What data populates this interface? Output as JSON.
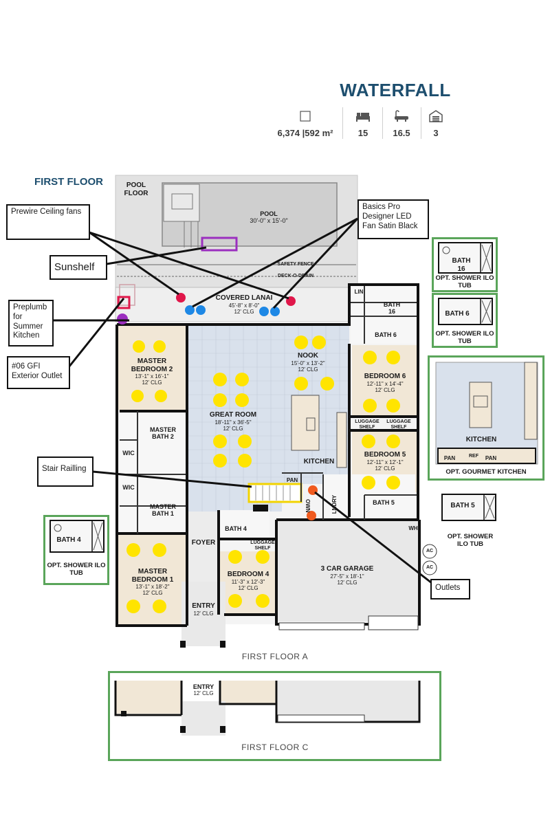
{
  "header": {
    "title": "WATERFALL",
    "stats": [
      {
        "icon": "square-footage-icon",
        "value": "6,374 |592 m²"
      },
      {
        "icon": "bed-icon",
        "value": "15"
      },
      {
        "icon": "bathtub-icon",
        "value": "16.5"
      },
      {
        "icon": "garage-icon",
        "value": "3"
      }
    ]
  },
  "floor_title": "FIRST FLOOR",
  "rooms": {
    "pool_floor": "POOL FLOOR",
    "pool": {
      "name": "POOL",
      "dim": "30'-0\" x 15'-0\""
    },
    "safety_fence": "SAFETY FENCE",
    "deck_drain": "DECK-O-DRAIN",
    "lanai": {
      "name": "COVERED LANAI",
      "dim": "45'-8\" x 8'-0\"",
      "clg": "12' CLG"
    },
    "master_bedroom_2": {
      "name": "MASTER BEDROOM 2",
      "dim": "13'-1\" x 16'-1\"",
      "clg": "12' CLG"
    },
    "great_room": {
      "name": "GREAT ROOM",
      "dim": "18'-11\" x 36'-5\"",
      "clg": "12' CLG"
    },
    "nook": {
      "name": "NOOK",
      "dim": "15'-0\" x 13'-2\"",
      "clg": "12' CLG"
    },
    "bedroom_6": {
      "name": "BEDROOM 6",
      "dim": "12'-11\" x 14'-4\"",
      "clg": "12' CLG"
    },
    "bedroom_5": {
      "name": "BEDROOM 5",
      "dim": "12'-11\" x 12'-1\"",
      "clg": "12' CLG"
    },
    "kitchen": "KITCHEN",
    "master_bath_2": "MASTER BATH 2",
    "master_bath_1": "MASTER BATH 1",
    "wic": "WIC",
    "pan": "PAN",
    "own": "OWN",
    "lndry": "LNDRY",
    "lin": "LIN",
    "bath_16": "BATH 16",
    "bath_6": "BATH 6",
    "bath_5": "BATH 5",
    "bath_4": "BATH 4",
    "luggage_shelf": "LUGGAGE SHELF",
    "foyer": "FOYER",
    "master_bedroom_1": {
      "name": "MASTER BEDROOM 1",
      "dim": "13'-1\" x 18'-2\"",
      "clg": "12' CLG"
    },
    "bedroom_4": {
      "name": "BEDROOM 4",
      "dim": "11'-3\" x 12'-3\"",
      "clg": "12' CLG"
    },
    "garage": {
      "name": "3 CAR GARAGE",
      "dim": "27'-5\" x 18'-1\"",
      "clg": "12' CLG"
    },
    "wh": "WH",
    "ac": "AC",
    "entry": {
      "name": "ENTRY",
      "clg": "12' CLG"
    }
  },
  "callouts": {
    "ceiling_fans": "Prewire Ceiling fans",
    "led_fan": "Basics Pro Designer LED Fan Satin Black",
    "sunshelf": "Sunshelf",
    "summer_kitchen": "Preplumb for Summer Kitchen",
    "gfi_outlet": "#06 GFI Exterior Outlet",
    "stair_railing": "Stair Railling",
    "outlets": "Outlets"
  },
  "options": {
    "shower_bath16": {
      "room": "BATH 16",
      "caption": "OPT. SHOWER ILO TUB"
    },
    "shower_bath6": {
      "room": "BATH 6",
      "caption": "OPT. SHOWER ILO TUB"
    },
    "gourmet_kitchen": {
      "room": "KITCHEN",
      "caption": "OPT. GOURMET KITCHEN",
      "pan": "PAN",
      "ref": "REF"
    },
    "shower_bath5": {
      "room": "BATH 5",
      "caption": "OPT. SHOWER ILO TUB"
    },
    "shower_bath4": {
      "room": "BATH 4",
      "caption": "OPT. SHOWER ILO TUB"
    }
  },
  "floor_labels": {
    "a": "FIRST FLOOR A",
    "c": "FIRST FLOOR C",
    "c_entry": {
      "name": "ENTRY",
      "clg": "12' CLG"
    }
  },
  "colors": {
    "title_blue": "#1d4e6e",
    "wall": "#111111",
    "room_beige": "#f1e7d6",
    "room_blue": "#d9e1ec",
    "garage_gray": "#e8e8e8",
    "pool_gray": "#e2e2e2",
    "light_yellow": "#ffe400",
    "fan_blue": "#1e88e5",
    "outlet_red": "#e0174a",
    "outlet_orange": "#f05a1e",
    "sunshelf_purple": "#9b2fbf",
    "option_green": "#5aa55a"
  }
}
